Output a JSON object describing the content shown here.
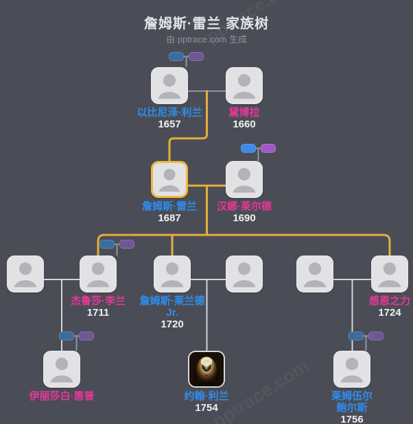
{
  "header": {
    "title": "詹姆斯·雷兰 家族树",
    "subtitle": "由 pptrace.com 生成"
  },
  "watermark_text": "pptrace.com",
  "colors": {
    "background": "#4a4d55",
    "card": "#e2e2e4",
    "silhouette": "#b4b4b8",
    "lineage_highlight_yellow": "#e6ae3c",
    "highlight_card_border": "#efb840",
    "male_name_blue": "#2f8df2",
    "female_name_magenta": "#ea3699",
    "year_text": "#f0f1f3",
    "connector_gray": "#8f96a0",
    "connector_light": "#d3d5d9",
    "mini_couple_blue": "#3c6c9d",
    "mini_couple_purple": "#6f5694",
    "mini_couple_blue_bright": "#3f87ea",
    "mini_couple_purple_bright": "#a158c8"
  },
  "people": {
    "ebenezer": {
      "name": "以比尼泽·利兰",
      "year": "1657"
    },
    "deborah": {
      "name": "黛博拉",
      "year": "1660"
    },
    "james": {
      "name": "詹姆斯·雷兰",
      "year": "1687"
    },
    "hannah": {
      "name": "汉娜·莱尔德",
      "year": "1690"
    },
    "jerusha": {
      "name": "杰鲁莎·李兰",
      "year": "1711"
    },
    "jamesjr": {
      "name": "詹姆斯·莱兰德",
      "name_line2": "Jr.",
      "year": "1720"
    },
    "thankful": {
      "name": "感恩之力",
      "year": "1724"
    },
    "elizabeth": {
      "name": "伊丽莎白·惠普"
    },
    "john": {
      "name": "约翰·利兰",
      "year": "1754"
    },
    "lemuel": {
      "name": "莱姆伍尔",
      "name_line2": "鲍尔斯",
      "year": "1756"
    }
  }
}
